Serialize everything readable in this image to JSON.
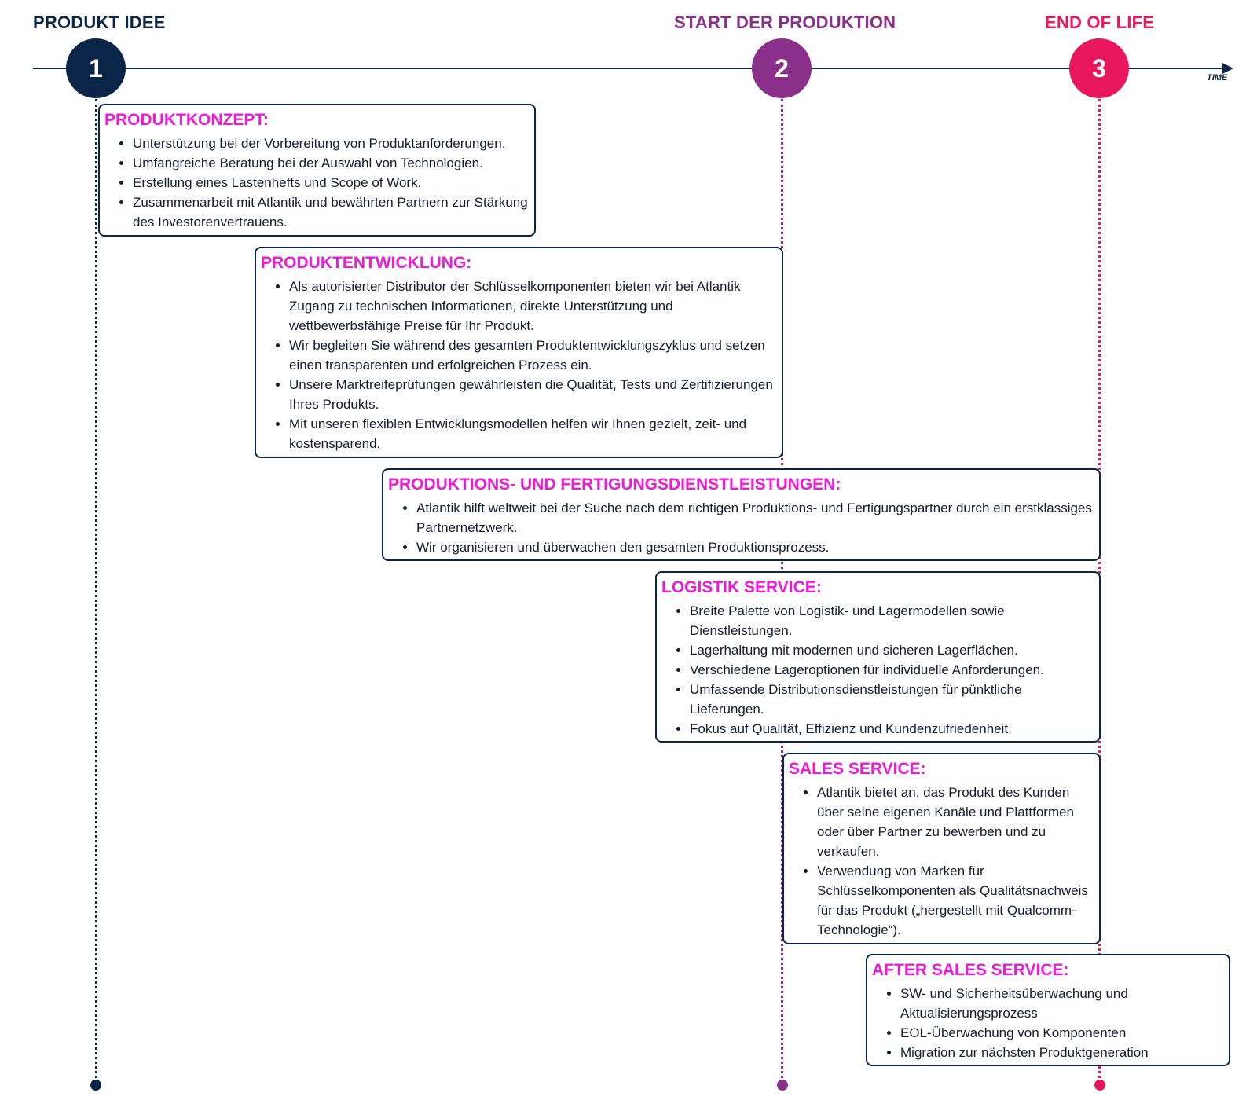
{
  "colors": {
    "navy": "#0b2548",
    "purple": "#8a2f8a",
    "crimson": "#e8175d",
    "magenta": "#ee1ad8"
  },
  "timeline": {
    "axis_label": "TIME",
    "milestones": [
      {
        "number": "1",
        "title": "PRODUKT IDEE",
        "color": "#0b2548"
      },
      {
        "number": "2",
        "title": "START DER PRODUKTION",
        "color": "#8a2f8a"
      },
      {
        "number": "3",
        "title": "END OF LIFE",
        "color": "#e8175d"
      }
    ]
  },
  "cards": [
    {
      "title": "PRODUKTKONZEPT:",
      "items": [
        "Unterstützung bei der Vorbereitung von Produktanforderungen.",
        "Umfangreiche Beratung bei der Auswahl von Technologien.",
        "Erstellung eines Lastenhefts und Scope of Work.",
        "Zusammenarbeit mit Atlantik und bewährten Partnern zur Stärkung des Investorenvertrauens."
      ]
    },
    {
      "title": "PRODUKTENTWICKLUNG:",
      "items": [
        "Als autorisierter Distributor der Schlüsselkomponenten bieten wir bei Atlantik Zugang zu technischen Informationen, direkte Unterstützung und wettbewerbsfähige Preise für Ihr Produkt.",
        "Wir begleiten Sie während des gesamten Produktentwicklungszyklus und setzen einen transparenten und erfolgreichen Prozess ein.",
        "Unsere Marktreifeprüfungen gewährleisten die Qualität, Tests und Zertifizierungen Ihres Produkts.",
        "Mit unseren flexiblen Entwicklungsmodellen helfen wir Ihnen gezielt, zeit- und kostensparend."
      ]
    },
    {
      "title": "PRODUKTIONS- UND FERTIGUNGSDIENSTLEISTUNGEN:",
      "items": [
        "Atlantik hilft weltweit bei der Suche nach dem richtigen Produktions- und Fertigungspartner durch ein erstklassiges Partnernetzwerk.",
        "Wir organisieren und überwachen den gesamten Produktionsprozess."
      ]
    },
    {
      "title": "LOGISTIK SERVICE:",
      "items": [
        "Breite Palette von Logistik- und Lagermodellen sowie Dienstleistungen.",
        "Lagerhaltung mit modernen und sicheren Lagerflächen.",
        "Verschiedene Lageroptionen für individuelle Anforderungen.",
        "Umfassende Distributionsdienstleistungen für pünktliche Lieferungen.",
        "Fokus auf Qualität, Effizienz und Kundenzufriedenheit."
      ]
    },
    {
      "title": "SALES SERVICE:",
      "items": [
        "Atlantik bietet an, das Produkt des Kunden über seine eigenen Kanäle und Plattformen oder über Partner zu bewerben und zu verkaufen.",
        "Verwendung von Marken für Schlüsselkomponenten als Qualitätsnachweis für das Produkt („hergestellt mit Qualcomm-Technologie“)."
      ]
    },
    {
      "title": "AFTER SALES SERVICE:",
      "items": [
        "SW- und Sicherheitsüberwachung und Aktualisierungsprozess",
        "EOL-Überwachung von Komponenten",
        "Migration zur nächsten Produktgeneration"
      ]
    }
  ]
}
